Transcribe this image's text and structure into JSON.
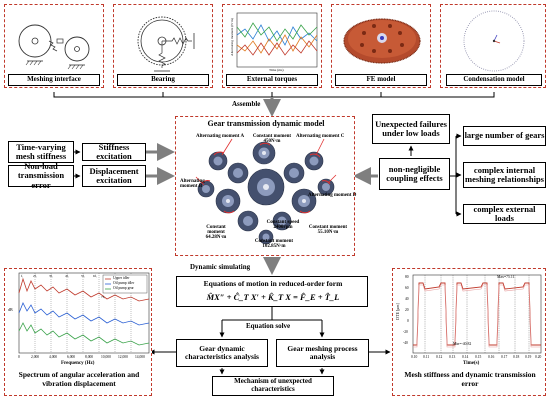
{
  "top_panels": [
    {
      "caption": "Meshing interface"
    },
    {
      "caption": "Bearing"
    },
    {
      "caption": "External torques"
    },
    {
      "caption": "FE model"
    },
    {
      "caption": "Condensation model"
    }
  ],
  "torque_plot": {
    "ylabel": "Alternating moment (N·m)",
    "xlabel": "Time (ms)"
  },
  "flow": {
    "assemble": "Assemble",
    "dynamic_simulating": "Dynamic simulating",
    "equation_solve": "Equation solve",
    "mechanism": "Mechanism of  unexpected characteristics"
  },
  "left_boxes": {
    "tvms": "Time-varying mesh stiffness",
    "stiffness_excitation": "Stiffness excitation",
    "nlte": "Non-load transmission error",
    "displacement_excitation": "Displacement excitation"
  },
  "right_boxes": {
    "unexpected_failures": "Unexpected failures under low loads",
    "coupling": "non-negligible coupling effects",
    "large_number": "large number of gears",
    "internal_meshing": "complex internal meshing relationships",
    "external_loads": "complex external loads"
  },
  "center_model": {
    "title": "Gear transmission dynamic model",
    "labels": {
      "alt_a": "Alternating moment A",
      "alt_b": "Alternating moment B",
      "alt_c": "Alternating moment C",
      "alt_d": "Alternating moment D",
      "const_450": "Constant moment 450N·m",
      "const_64": "Constant moment 64.28N·m",
      "const_speed": "Constant speed 2400rpm",
      "const_102": "Constant moment 102.85N·m",
      "const_55": "Constant moment 55.10N·m"
    }
  },
  "equation_box": {
    "title": "Equations of motion in reduced-order form",
    "equation": "M̂X″ + Ĉ_T X′ + K̂_T X = F̂_E + T̂_L"
  },
  "analysis": {
    "gear_dynamic": "Gear dynamic characteristics analysis",
    "meshing_process": "Gear meshing process analysis"
  },
  "spectrum_panel": {
    "caption": "Spectrum of angular acceleration and vibration displacement",
    "xlabel": "Frequency (Hz)",
    "ylabel": "dB",
    "legend": [
      "Upper idler",
      "Oil pump idler",
      "Oil pump gear"
    ],
    "xticks": [
      "0",
      "2,000",
      "4,000",
      "6,000",
      "8,000",
      "10,000",
      "12,000",
      "14,000"
    ],
    "peak_labels": [
      "f₁",
      "2f₁",
      "3f₁",
      "4f₁",
      "5f₁",
      "6f₁",
      "7f₁"
    ]
  },
  "dte_panel": {
    "caption": "Mesh stiffness and dynamic transmission error",
    "xlabel": "Time(s)",
    "ylabel": "DTE [μm]",
    "max_label": "Max=75.11",
    "min_label": "Min=-40.82",
    "xticks": [
      "0.10",
      "0.11",
      "0.12",
      "0.13",
      "0.14",
      "0.15",
      "0.16",
      "0.17",
      "0.18",
      "0.19",
      "0.20"
    ],
    "yticks": [
      "80",
      "60",
      "40",
      "20",
      "0",
      "-20",
      "-40"
    ]
  },
  "colors": {
    "dashed_border": "#c0392b",
    "arrow": "#7f7f7f",
    "gear_dark": "#3d4a66",
    "gear_light": "#8d9bbd",
    "highlight": "#e03030"
  }
}
